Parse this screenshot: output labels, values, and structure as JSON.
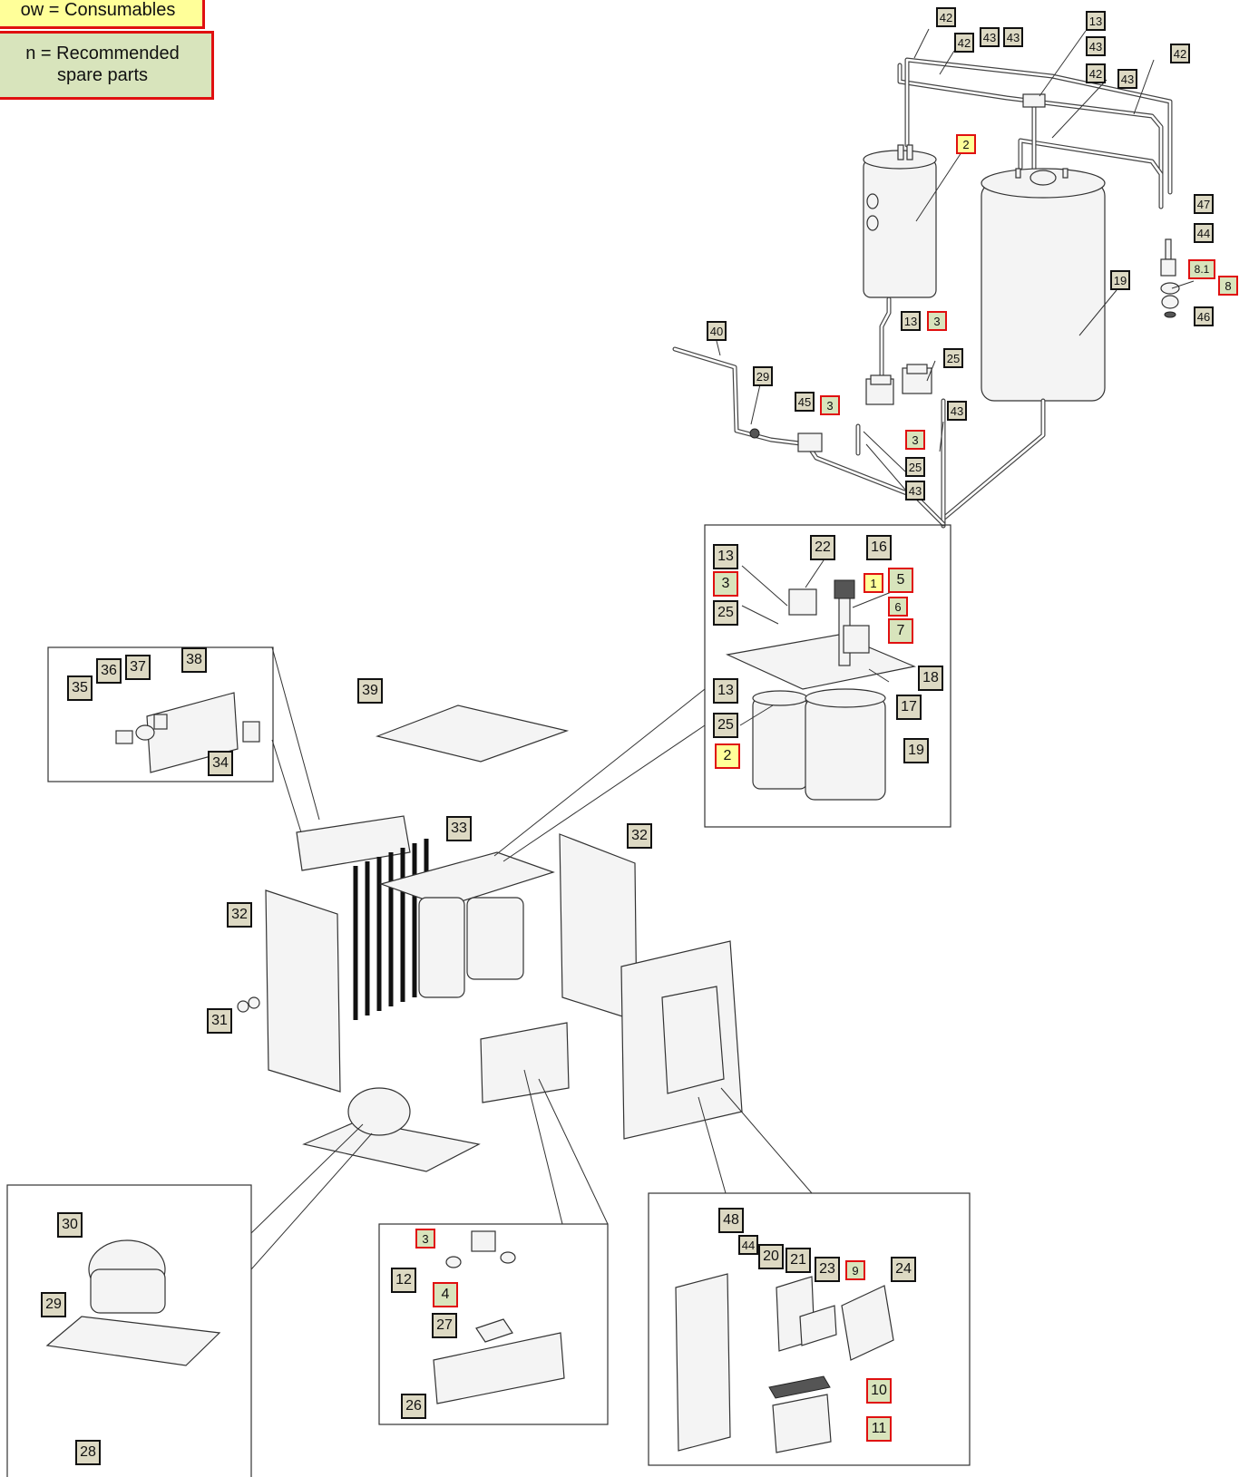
{
  "legend": {
    "consumables": "ow = Consumables",
    "recommended": "n = Recommended\nspare parts"
  },
  "colors": {
    "standard_fill": "#ddd9c3",
    "consumable_fill": "#ffff99",
    "spare_fill": "#d8e4bc",
    "highlight_border": "#e01010"
  },
  "callouts": [
    {
      "id": "c42a",
      "label": "42",
      "kind": "std"
    },
    {
      "id": "c42b",
      "label": "42",
      "kind": "std"
    },
    {
      "id": "c43a",
      "label": "43",
      "kind": "std"
    },
    {
      "id": "c43b",
      "label": "43",
      "kind": "std"
    },
    {
      "id": "c13a",
      "label": "13",
      "kind": "std"
    },
    {
      "id": "c43c",
      "label": "43",
      "kind": "std"
    },
    {
      "id": "c42c",
      "label": "42",
      "kind": "std"
    },
    {
      "id": "c43d",
      "label": "43",
      "kind": "std"
    },
    {
      "id": "c42d",
      "label": "42",
      "kind": "std"
    },
    {
      "id": "c2a",
      "label": "2",
      "kind": "consumable"
    },
    {
      "id": "c47",
      "label": "47",
      "kind": "std"
    },
    {
      "id": "c44a",
      "label": "44",
      "kind": "std"
    },
    {
      "id": "c81",
      "label": "8.1",
      "kind": "spare"
    },
    {
      "id": "c8",
      "label": "8",
      "kind": "spare"
    },
    {
      "id": "c46",
      "label": "46",
      "kind": "std"
    },
    {
      "id": "c19a",
      "label": "19",
      "kind": "std"
    },
    {
      "id": "c40",
      "label": "40",
      "kind": "std"
    },
    {
      "id": "c13b",
      "label": "13",
      "kind": "std"
    },
    {
      "id": "c3a",
      "label": "3",
      "kind": "spare"
    },
    {
      "id": "c25a",
      "label": "25",
      "kind": "std"
    },
    {
      "id": "c29a",
      "label": "29",
      "kind": "std"
    },
    {
      "id": "c45",
      "label": "45",
      "kind": "std"
    },
    {
      "id": "c3b",
      "label": "3",
      "kind": "spare"
    },
    {
      "id": "c43e",
      "label": "43",
      "kind": "std"
    },
    {
      "id": "c3c",
      "label": "3",
      "kind": "spare"
    },
    {
      "id": "c25b",
      "label": "25",
      "kind": "std"
    },
    {
      "id": "c43f",
      "label": "43",
      "kind": "std"
    },
    {
      "id": "c22",
      "label": "22",
      "kind": "std"
    },
    {
      "id": "c16",
      "label": "16",
      "kind": "std"
    },
    {
      "id": "c13c",
      "label": "13",
      "kind": "std"
    },
    {
      "id": "c1",
      "label": "1",
      "kind": "consumable"
    },
    {
      "id": "c5",
      "label": "5",
      "kind": "spare"
    },
    {
      "id": "c3d",
      "label": "3",
      "kind": "spare"
    },
    {
      "id": "c6",
      "label": "6",
      "kind": "spare"
    },
    {
      "id": "c25c",
      "label": "25",
      "kind": "std"
    },
    {
      "id": "c7",
      "label": "7",
      "kind": "spare"
    },
    {
      "id": "c18",
      "label": "18",
      "kind": "std"
    },
    {
      "id": "c13d",
      "label": "13",
      "kind": "std"
    },
    {
      "id": "c17",
      "label": "17",
      "kind": "std"
    },
    {
      "id": "c25d",
      "label": "25",
      "kind": "std"
    },
    {
      "id": "c2b",
      "label": "2",
      "kind": "consumable"
    },
    {
      "id": "c19b",
      "label": "19",
      "kind": "std"
    },
    {
      "id": "c38",
      "label": "38",
      "kind": "std"
    },
    {
      "id": "c36",
      "label": "36",
      "kind": "std"
    },
    {
      "id": "c37",
      "label": "37",
      "kind": "std"
    },
    {
      "id": "c35",
      "label": "35",
      "kind": "std"
    },
    {
      "id": "c34",
      "label": "34",
      "kind": "std"
    },
    {
      "id": "c39",
      "label": "39",
      "kind": "std"
    },
    {
      "id": "c33",
      "label": "33",
      "kind": "std"
    },
    {
      "id": "c32a",
      "label": "32",
      "kind": "std"
    },
    {
      "id": "c32b",
      "label": "32",
      "kind": "std"
    },
    {
      "id": "c31",
      "label": "31",
      "kind": "std"
    },
    {
      "id": "c30",
      "label": "30",
      "kind": "std"
    },
    {
      "id": "c29b",
      "label": "29",
      "kind": "std"
    },
    {
      "id": "c28",
      "label": "28",
      "kind": "std"
    },
    {
      "id": "c3e",
      "label": "3",
      "kind": "spare"
    },
    {
      "id": "c12",
      "label": "12",
      "kind": "std"
    },
    {
      "id": "c4",
      "label": "4",
      "kind": "spare"
    },
    {
      "id": "c27",
      "label": "27",
      "kind": "std"
    },
    {
      "id": "c26",
      "label": "26",
      "kind": "std"
    },
    {
      "id": "c48",
      "label": "48",
      "kind": "std"
    },
    {
      "id": "c44b",
      "label": "44",
      "kind": "std"
    },
    {
      "id": "c20",
      "label": "20",
      "kind": "std"
    },
    {
      "id": "c21",
      "label": "21",
      "kind": "std"
    },
    {
      "id": "c23",
      "label": "23",
      "kind": "std"
    },
    {
      "id": "c9",
      "label": "9",
      "kind": "spare"
    },
    {
      "id": "c24",
      "label": "24",
      "kind": "std"
    },
    {
      "id": "c10",
      "label": "10",
      "kind": "spare"
    },
    {
      "id": "c11",
      "label": "11",
      "kind": "spare"
    }
  ]
}
